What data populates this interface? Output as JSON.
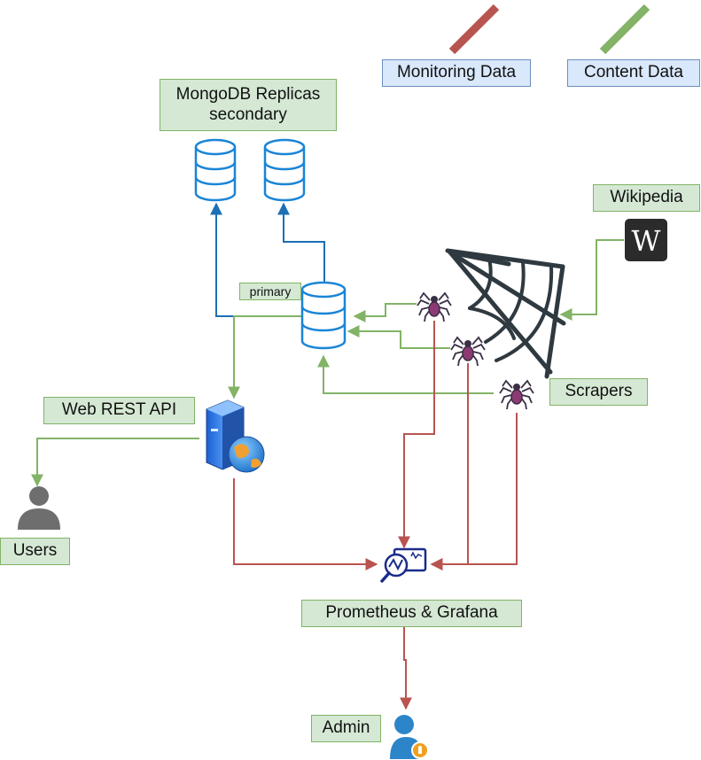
{
  "legend": {
    "monitoring": {
      "label": "Monitoring Data",
      "color": "#b85450"
    },
    "content": {
      "label": "Content Data",
      "color": "#82b366"
    }
  },
  "labels": {
    "mongodb_title_line1": "MongoDB Replicas",
    "mongodb_title_line2": "secondary",
    "primary": "primary",
    "wikipedia": "Wikipedia",
    "wikipedia_logo": "W",
    "scrapers": "Scrapers",
    "web_rest_api": "Web REST API",
    "users": "Users",
    "prometheus_grafana": "Prometheus & Grafana",
    "admin": "Admin"
  },
  "colors": {
    "monitoring_line": "#b85450",
    "content_line": "#82b366",
    "db_line": "#1c6fb5",
    "db_icon": "#1a85d6",
    "spider": "#6b5a7a",
    "spider_body": "#8c3a74",
    "web": "#2f3940",
    "person": "#6e6e6e",
    "prometheus_icon": "#1a2b8c",
    "admin_icon": "#2c85c9",
    "admin_key": "#f0a020"
  },
  "icons": {
    "database": "database-icon",
    "spider": "spider-icon",
    "web": "spider-web-icon",
    "server": "web-server-icon",
    "user": "user-icon",
    "monitor": "monitoring-icon",
    "admin": "admin-key-icon"
  }
}
